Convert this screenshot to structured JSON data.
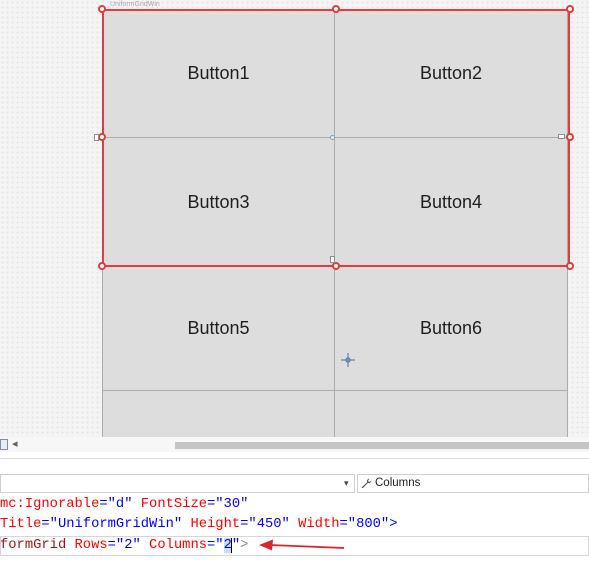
{
  "designer": {
    "window_title": "UniformGridWin",
    "buttons": [
      "Button1",
      "Button2",
      "Button3",
      "Button4",
      "Button5",
      "Button6"
    ]
  },
  "scrollbar": {
    "left_arrow": "◂"
  },
  "navigation_bar": {
    "left_dropdown_arrow": "▾",
    "right_icon": "wrench-icon",
    "right_label": "Columns"
  },
  "editor": {
    "lines": [
      [
        "mc:Ignorable",
        "=\"d\"",
        " FontSize",
        "=\"30\""
      ],
      [
        "Title",
        "=\"UniformGridWin\"",
        " Height",
        "=\"450\"",
        " Width",
        "=\"800\"",
        ">"
      ],
      [
        "formGrid",
        " Rows",
        "=\"2\"",
        " Columns",
        "=\"",
        "2",
        "\"",
        ">"
      ]
    ]
  },
  "icons": {
    "zoom": "zoom-icon",
    "cursor": "crosshair-cursor-icon",
    "annotation": "arrow-left-icon"
  },
  "colors": {
    "selection": "#e63b3b",
    "attribute": "#ff0000",
    "value": "#0000ff",
    "element": "#a31515",
    "annotation-arrow": "#d9262b",
    "button-fill": "#dddddd"
  }
}
